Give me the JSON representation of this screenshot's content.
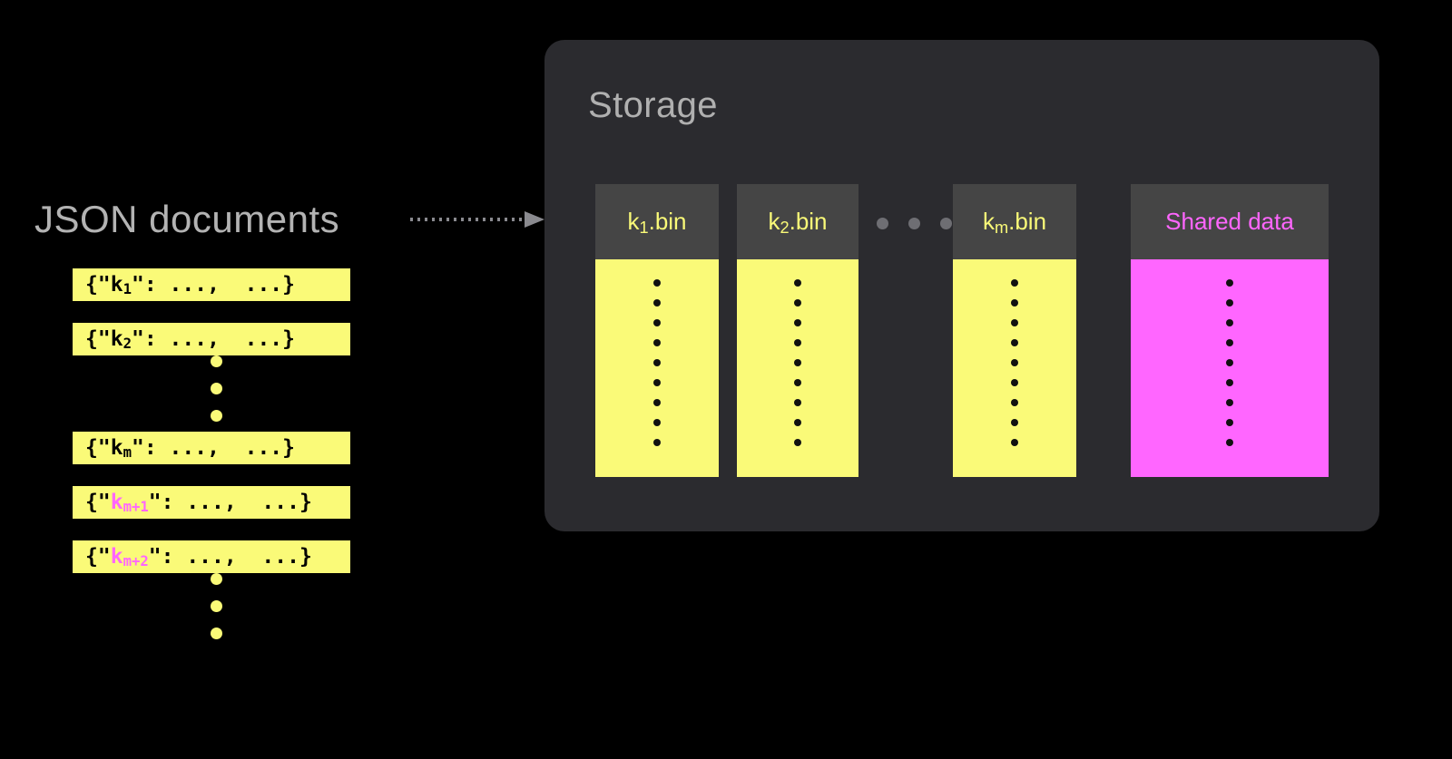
{
  "canvas": {
    "background": "#000000"
  },
  "colors": {
    "yellow": "#fafa78",
    "magenta": "#ff66ff",
    "panel_bg": "#2b2b2f",
    "header_tab": "#454545",
    "label_gray": "#b3b3b3",
    "dot_gray": "#6e6e73"
  },
  "left": {
    "title": "JSON documents",
    "arrow": "dotted-arrow-right",
    "documents": [
      {
        "prefix": "{\"",
        "key": "k",
        "sub": "1",
        "suffix": "\": ...,  ...}",
        "highlight": false
      },
      {
        "prefix": "{\"",
        "key": "k",
        "sub": "2",
        "suffix": "\": ...,  ...}",
        "highlight": false
      },
      {
        "ellipsis": true,
        "dots": 3
      },
      {
        "prefix": "{\"",
        "key": "k",
        "sub": "m",
        "suffix": "\": ...,  ...}",
        "highlight": false
      },
      {
        "prefix": "{\"",
        "key": "k",
        "sub": "m+1",
        "suffix": "\": ...,  ...}",
        "highlight": true
      },
      {
        "prefix": "{\"",
        "key": "k",
        "sub": "m+2",
        "suffix": "\": ...,  ...}",
        "highlight": true
      },
      {
        "ellipsis": true,
        "dots": 3
      }
    ]
  },
  "storage": {
    "title": "Storage",
    "columns": [
      {
        "name": "k",
        "sub": "1",
        "ext": ".bin",
        "kind": "yellow",
        "dots": 9
      },
      {
        "name": "k",
        "sub": "2",
        "ext": ".bin",
        "kind": "yellow",
        "dots": 9
      },
      {
        "name": "k",
        "sub": "m",
        "ext": ".bin",
        "kind": "yellow",
        "dots": 9
      },
      {
        "name": "Shared data",
        "sub": "",
        "ext": "",
        "kind": "magenta",
        "dots": 9
      }
    ],
    "column_ellipsis_dots": 3
  }
}
